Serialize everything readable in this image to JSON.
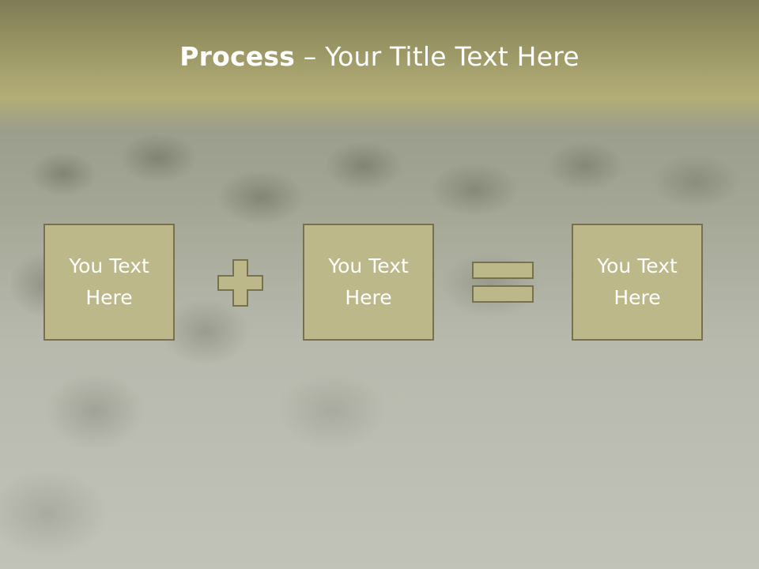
{
  "slide": {
    "title_bold": "Process",
    "title_rest": " – Your Title Text Here"
  },
  "boxes": [
    {
      "label": "You Text Here"
    },
    {
      "label": "You Text Here"
    },
    {
      "label": "You Text Here"
    }
  ],
  "operators": [
    "plus",
    "equals"
  ],
  "colors": {
    "header": "#9c9866",
    "box_fill": "#bdb88a",
    "box_border": "#76724f",
    "text": "#ffffff"
  }
}
